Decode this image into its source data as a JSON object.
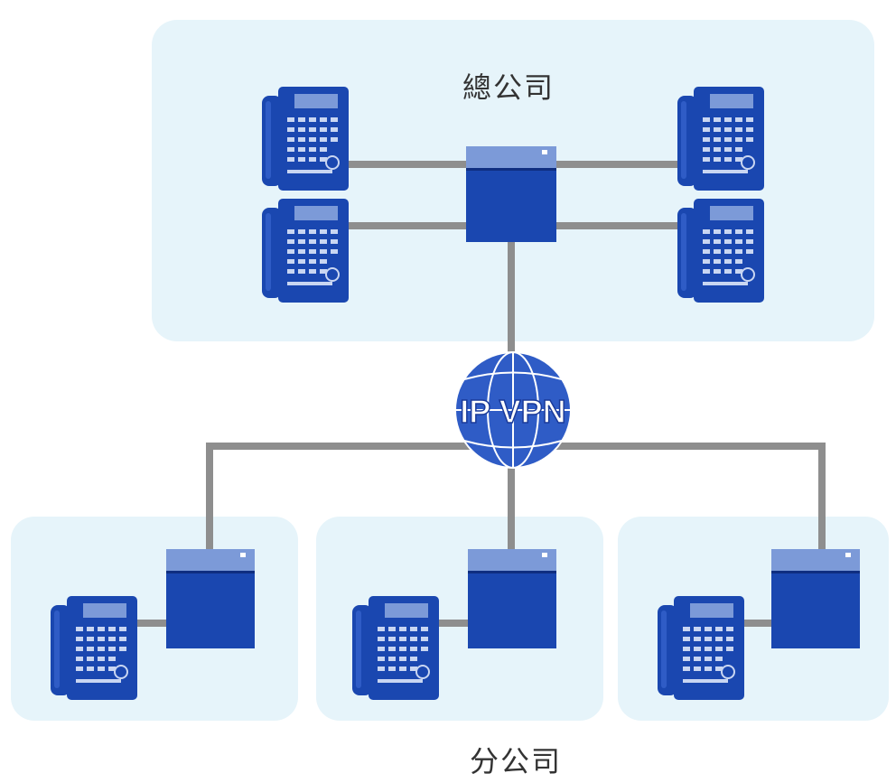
{
  "headquarters": {
    "label": "總公司"
  },
  "branches": {
    "label": "分公司"
  },
  "network": {
    "label": "IP VPN"
  },
  "colors": {
    "zone": "#e6f4fa",
    "device": "#1a47b0",
    "device_dark": "#0f2e80",
    "screen": "#7c9ad8",
    "cable": "#8e8e8e",
    "globe": "#2f5cc6"
  }
}
